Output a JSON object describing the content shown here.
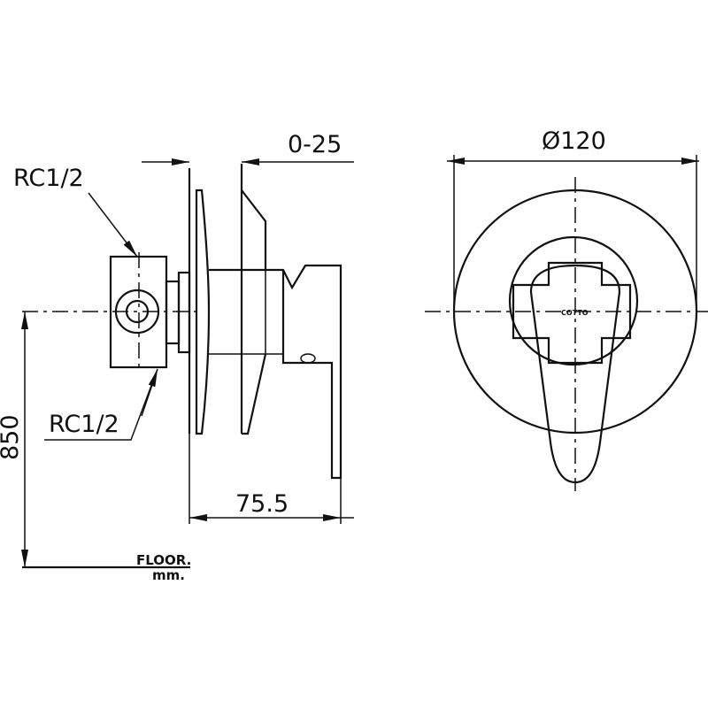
{
  "drawing": {
    "dimensions": {
      "adjust_range": "0-25",
      "diameter": "Ø120",
      "depth": "75.5",
      "height": "850"
    },
    "labels": {
      "inlet_top": "RC1/2",
      "inlet_bottom": "RC1/2",
      "floor": "FLOOR.",
      "unit": "mm."
    },
    "logo": "COTTO"
  }
}
